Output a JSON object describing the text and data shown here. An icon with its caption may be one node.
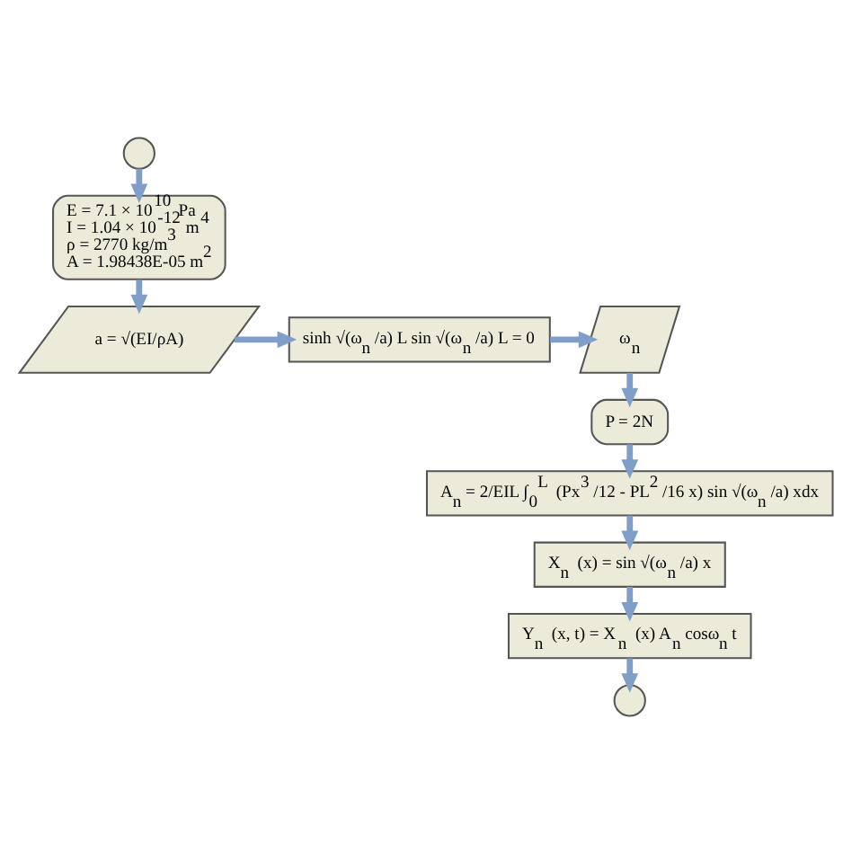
{
  "diagram": {
    "nodes": [
      {
        "text": [],
        "shape": "circle"
      },
      {
        "text": [
          "E = 7.1 × 10$^{10}$ Pa",
          "I = 1.04 × 10$^{-12}$ m$^{4}$",
          "ρ = 2770 kg/m$^{3}$",
          "A = 1.98438E-05 m$^{2}$"
        ]
      },
      {
        "text": [
          "a = √(EI/ρA)"
        ]
      },
      {
        "text": [
          "sinh √(ω$_{n}$/a) L sin √(ω$_{n}$/a) L = 0"
        ]
      },
      {
        "text": [
          "ω$_{n}$"
        ]
      },
      {
        "text": [
          "P = 2N"
        ]
      },
      {
        "text": [
          "A$_{n}$= 2/EIL ∫$_{0}$$^{L}$ (Px$^{3}$/12 - PL$^{2}$/16 x) sin √(ω$_{n}$/a) xdx"
        ]
      },
      {
        "text": [
          "X$_{n}$ (x) = sin √(ω$_{n}$/a) x"
        ]
      },
      {
        "text": [
          "Y$_{n}$ (x, t) = X$_{n}$ (x) A$_{n}$cosω$_{n}$t"
        ]
      },
      {
        "text": [],
        "shape": "circle"
      }
    ],
    "edges": [
      {
        "from": 0,
        "to": 1,
        "arrow": "to"
      },
      {
        "from": 1,
        "to": 2,
        "arrow": "to"
      },
      {
        "from": 2,
        "to": 3,
        "arrow": "to"
      },
      {
        "from": 3,
        "to": 4,
        "arrow": "to"
      },
      {
        "from": 4,
        "to": 5,
        "arrow": "to"
      },
      {
        "from": 5,
        "to": 6,
        "arrow": "to"
      },
      {
        "from": 6,
        "to": 7,
        "arrow": "to"
      },
      {
        "from": 7,
        "to": 8,
        "arrow": "to"
      },
      {
        "from": 8,
        "to": 9,
        "arrow": "to"
      }
    ]
  }
}
